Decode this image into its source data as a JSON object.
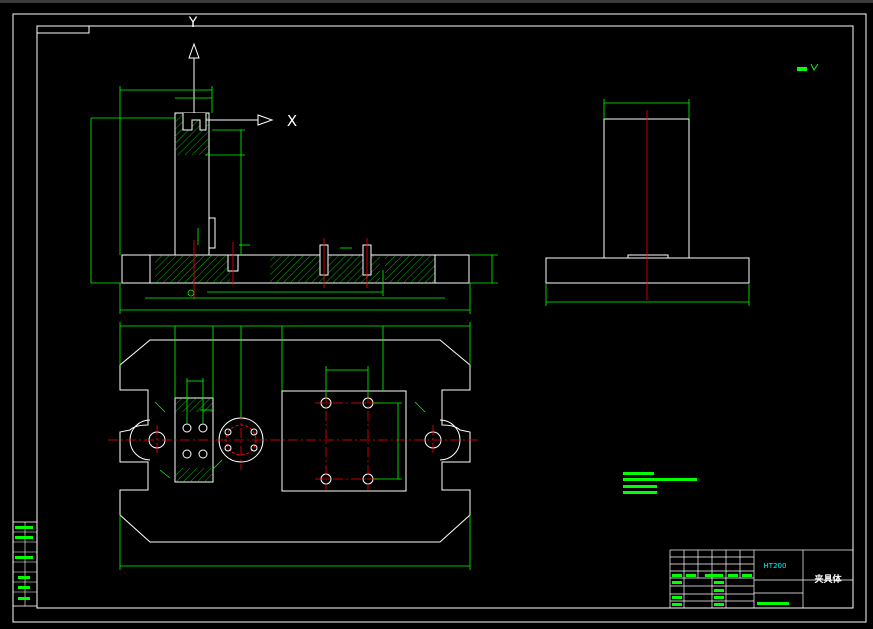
{
  "drawing": {
    "axis_y_label": "Y",
    "axis_x_label": "X",
    "material": "HT200",
    "part_name": "夹具体"
  },
  "colors": {
    "background": "#000000",
    "outline": "#ffffff",
    "dimension": "#00ff00",
    "center_line": "#ff0000",
    "hatch": "#00ff00",
    "title_text": "#00ffff"
  }
}
